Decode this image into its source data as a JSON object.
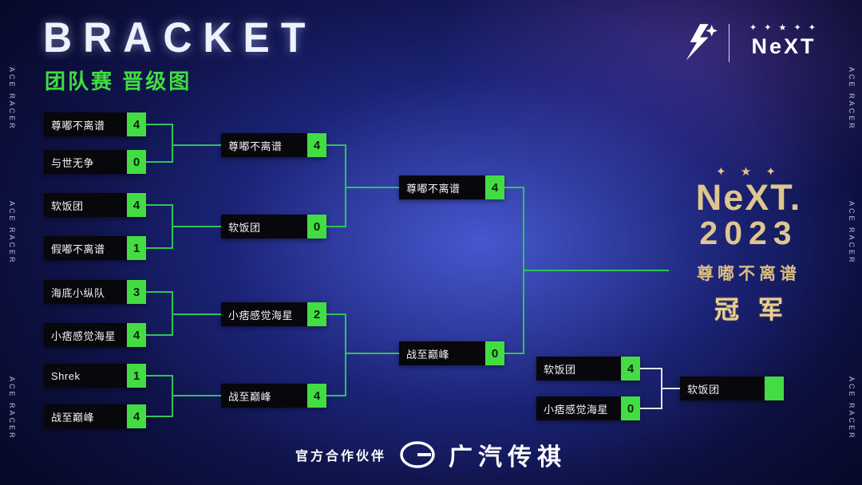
{
  "meta": {
    "title": "BRACKET",
    "subtitle": "团队赛 晋级图",
    "edge_text": "ACE RACER"
  },
  "header": {
    "next_stars": "✦ ✦ ★ ✦ ✦",
    "next_wordmark": "NeXT"
  },
  "colors": {
    "accent_green": "#43DD43",
    "line_green": "#2EC457",
    "gold": "#D8BA7E",
    "box_black": "#07070C"
  },
  "bracket": {
    "round1": [
      {
        "team": "尊嘟不离谱",
        "score": "4"
      },
      {
        "team": "与世无争",
        "score": "0"
      },
      {
        "team": "软饭团",
        "score": "4"
      },
      {
        "team": "假嘟不离谱",
        "score": "1"
      },
      {
        "team": "海底小纵队",
        "score": "3"
      },
      {
        "team": "小痞感觉海星",
        "score": "4"
      },
      {
        "team": "Shrek",
        "score": "1"
      },
      {
        "team": "战至巅峰",
        "score": "4"
      }
    ],
    "round2": [
      {
        "team": "尊嘟不离谱",
        "score": "4"
      },
      {
        "team": "软饭团",
        "score": "0"
      },
      {
        "team": "小痞感觉海星",
        "score": "2"
      },
      {
        "team": "战至巅峰",
        "score": "4"
      }
    ],
    "final": [
      {
        "team": "尊嘟不离谱",
        "score": "4"
      },
      {
        "team": "战至巅峰",
        "score": "0"
      }
    ],
    "third_place": [
      {
        "team": "软饭团",
        "score": "4"
      },
      {
        "team": "小痞感觉海星",
        "score": "0"
      }
    ],
    "third_place_winner": {
      "team": "软饭团",
      "score": ""
    }
  },
  "champion": {
    "stars": "✦ ★ ✦",
    "brand": "NeXT.",
    "year": "2023",
    "team": "尊嘟不离谱",
    "title": "冠军"
  },
  "footer": {
    "partner_label": "官方合作伙伴",
    "partner_name": "广汽传祺"
  }
}
